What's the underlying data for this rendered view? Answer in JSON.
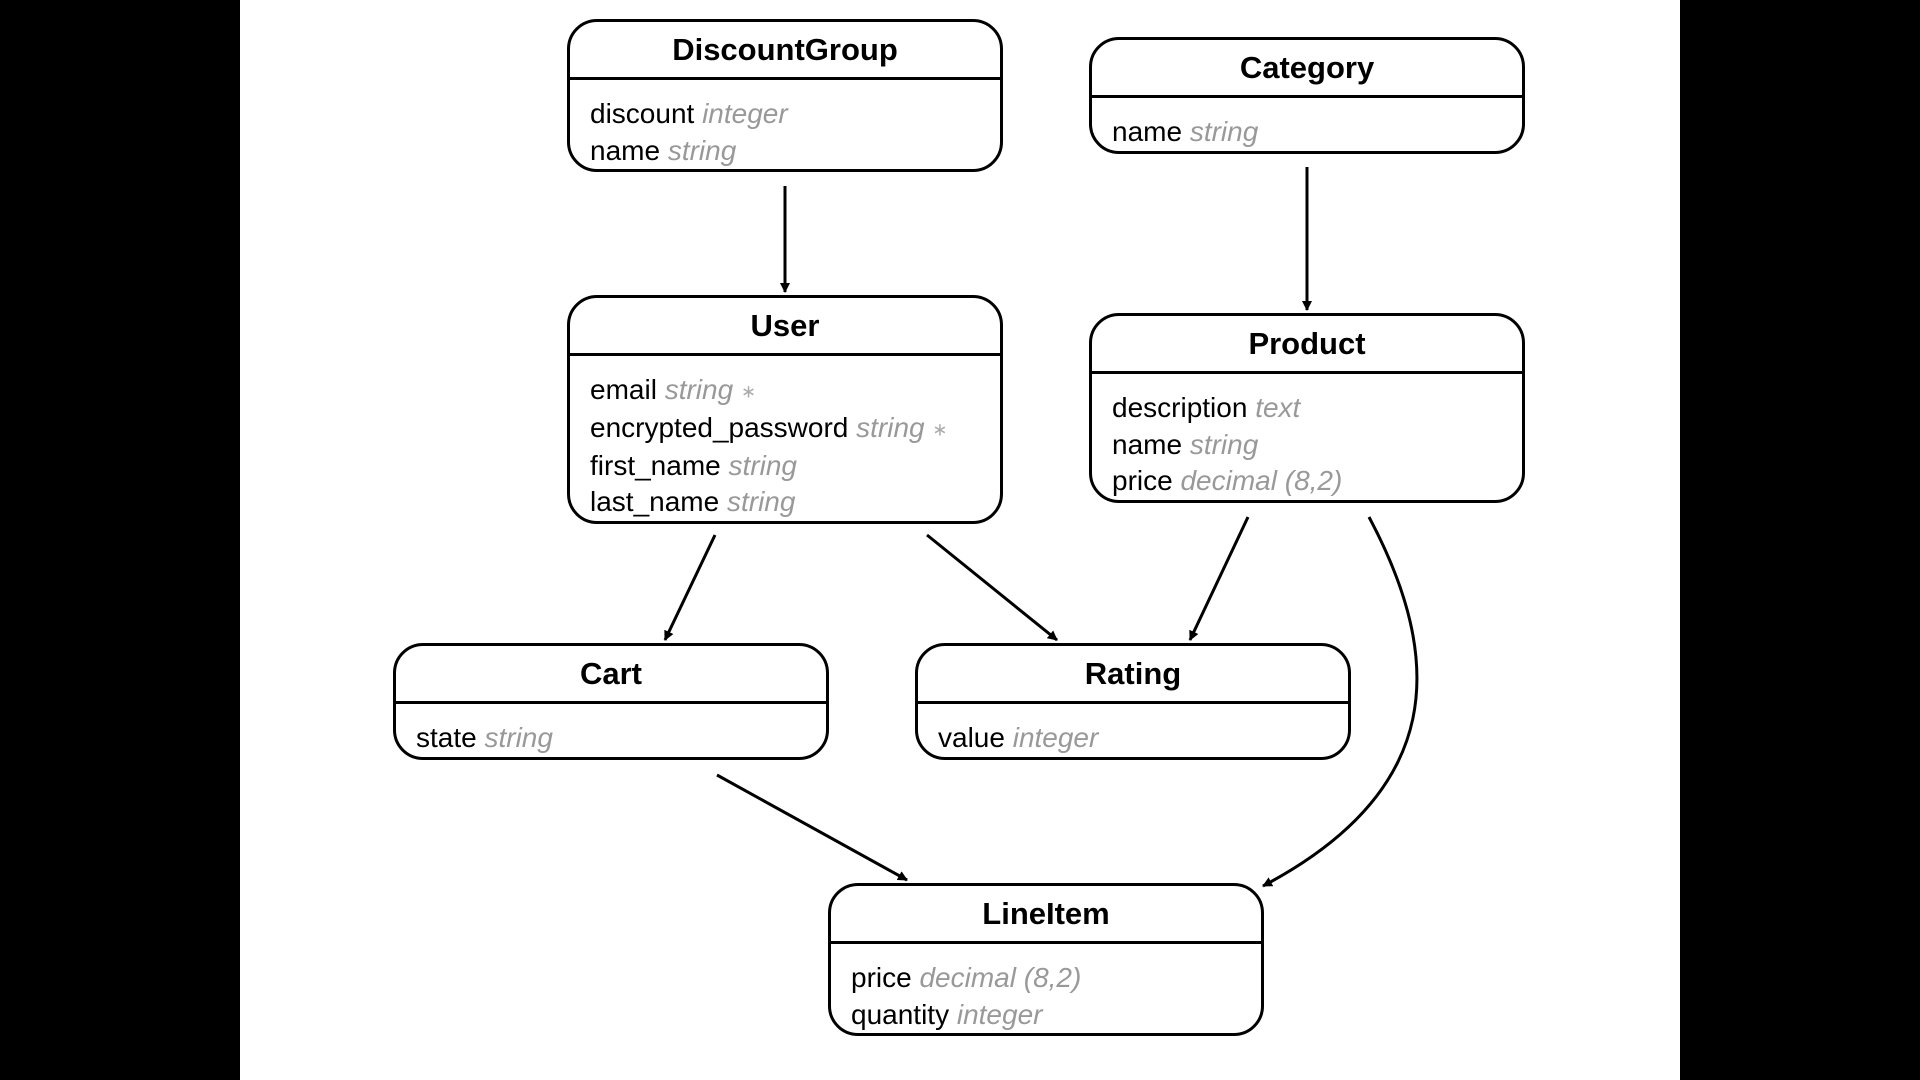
{
  "diagram": {
    "entities": {
      "DiscountGroup": {
        "title": "DiscountGroup",
        "attributes": [
          {
            "name": "discount",
            "type": "integer"
          },
          {
            "name": "name",
            "type": "string"
          }
        ]
      },
      "Category": {
        "title": "Category",
        "attributes": [
          {
            "name": "name",
            "type": "string"
          }
        ]
      },
      "User": {
        "title": "User",
        "attributes": [
          {
            "name": "email",
            "type": "string",
            "flag": "∗"
          },
          {
            "name": "encrypted_password",
            "type": "string",
            "flag": "∗"
          },
          {
            "name": "first_name",
            "type": "string"
          },
          {
            "name": "last_name",
            "type": "string"
          }
        ]
      },
      "Product": {
        "title": "Product",
        "attributes": [
          {
            "name": "description",
            "type": "text"
          },
          {
            "name": "name",
            "type": "string"
          },
          {
            "name": "price",
            "type": "decimal (8,2)"
          }
        ]
      },
      "Cart": {
        "title": "Cart",
        "attributes": [
          {
            "name": "state",
            "type": "string"
          }
        ]
      },
      "Rating": {
        "title": "Rating",
        "attributes": [
          {
            "name": "value",
            "type": "integer"
          }
        ]
      },
      "LineItem": {
        "title": "LineItem",
        "attributes": [
          {
            "name": "price",
            "type": "decimal (8,2)"
          },
          {
            "name": "quantity",
            "type": "integer"
          }
        ]
      }
    },
    "relationships": [
      {
        "from": "DiscountGroup",
        "to": "User"
      },
      {
        "from": "Category",
        "to": "Product"
      },
      {
        "from": "User",
        "to": "Cart"
      },
      {
        "from": "User",
        "to": "Rating"
      },
      {
        "from": "Product",
        "to": "Rating"
      },
      {
        "from": "Cart",
        "to": "LineItem"
      },
      {
        "from": "Product",
        "to": "LineItem"
      }
    ],
    "colors": {
      "line": "#000000",
      "type_text": "#999999",
      "background": "#ffffff",
      "frame": "#000000"
    }
  }
}
